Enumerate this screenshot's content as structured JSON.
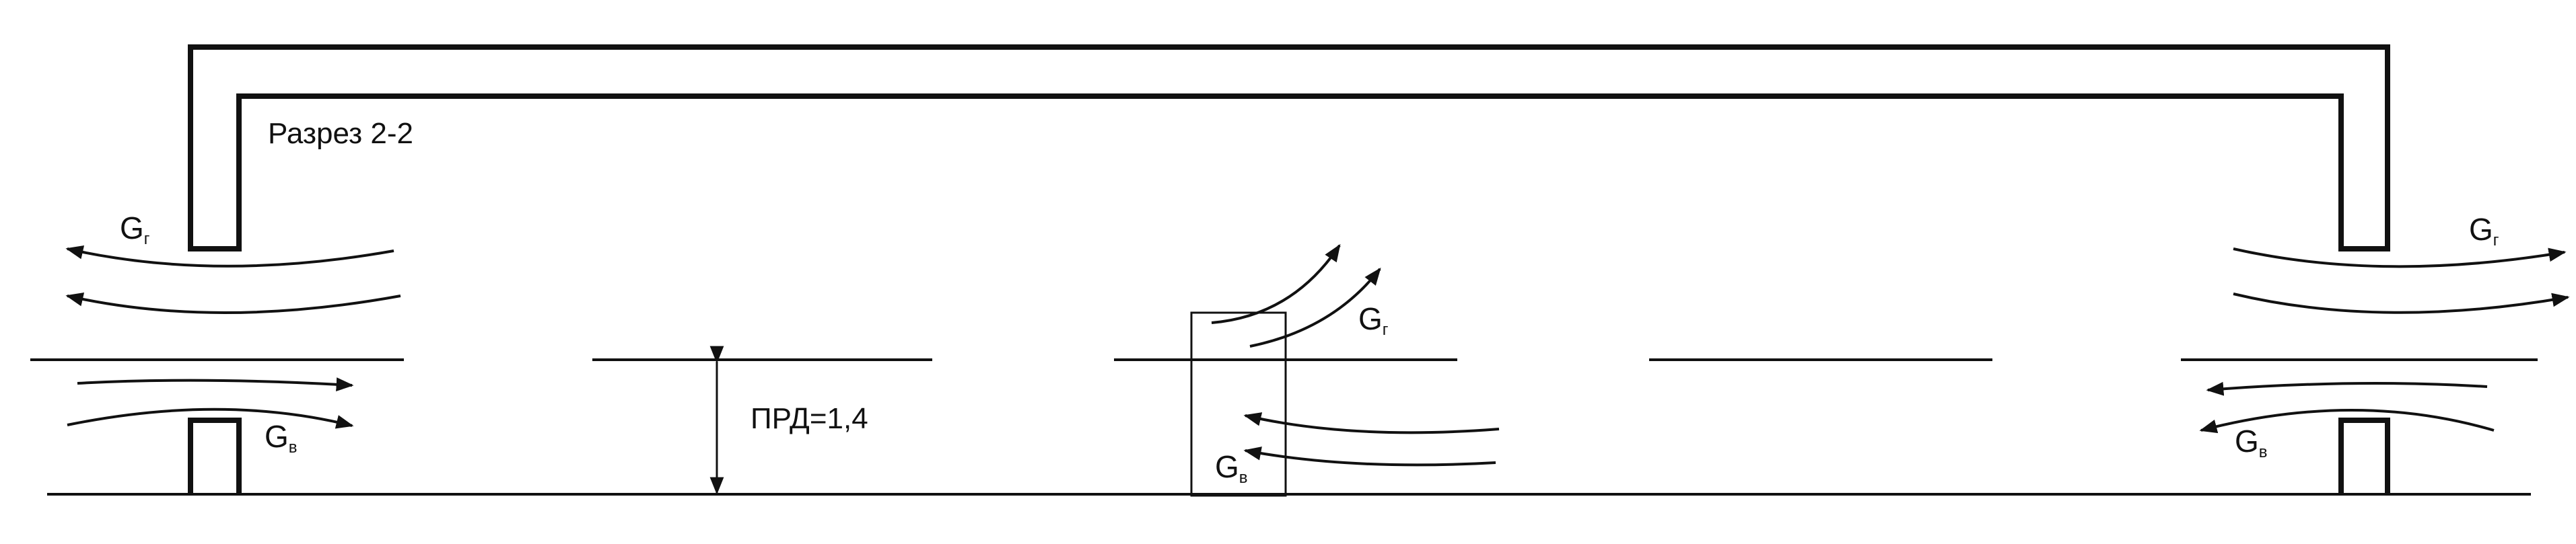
{
  "section_title": "Разрез 2-2",
  "pressure_label": "ПРД=1,4",
  "flow_labels": {
    "gas_top_left": {
      "main": "G",
      "sub": "г"
    },
    "gas_top_right": {
      "main": "G",
      "sub": "г"
    },
    "gas_center": {
      "main": "G",
      "sub": "г"
    },
    "air_center": {
      "main": "G",
      "sub": "в"
    },
    "air_left": {
      "main": "G",
      "sub": "в"
    },
    "air_right": {
      "main": "G",
      "sub": "в"
    }
  },
  "colors": {
    "line": "#111111",
    "background": "#ffffff"
  }
}
